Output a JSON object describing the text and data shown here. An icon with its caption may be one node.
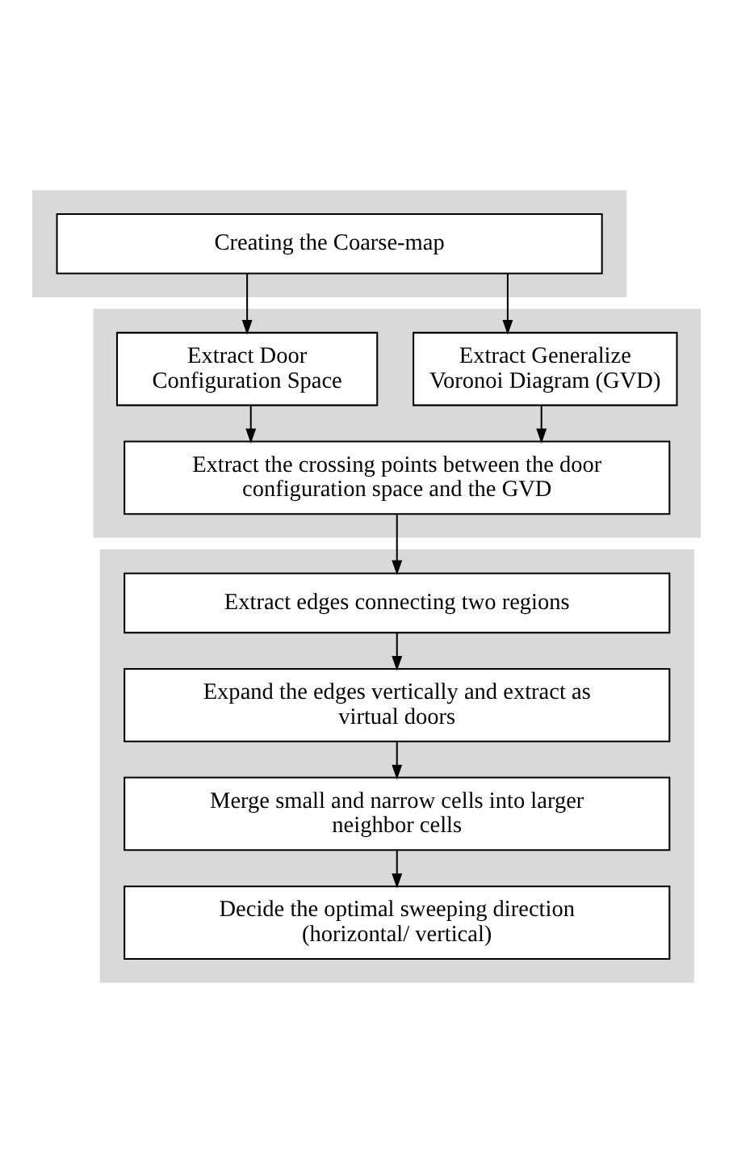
{
  "diagram": {
    "nodes": [
      {
        "text": [],
        "shape": "box"
      },
      {
        "text": [
          "Creating the Coarse-map"
        ],
        "in": 0
      },
      {
        "text": [],
        "shape": "box"
      },
      {
        "text": [
          "Extract Generalize Voronoi Diagram (GVD)"
        ],
        "in": 2
      },
      {
        "text": [
          "Extract Door Configuration Space"
        ],
        "in": 2
      },
      {
        "text": [
          "Extract the crossing points between the door configuration space and the GVD"
        ],
        "in": 2
      },
      {
        "text": [],
        "shape": "box"
      },
      {
        "text": [
          "Extract edges connecting two regions"
        ],
        "in": 6
      },
      {
        "text": [
          "Expand the edges vertically and extract as virtual doors"
        ],
        "in": 6
      },
      {
        "text": [
          "Merge small and narrow cells into larger neighbor cells"
        ],
        "in": 6
      },
      {
        "text": [
          "Decide the optimal sweeping direction (horizontal/ vertical)"
        ],
        "in": 6
      }
    ],
    "edges": [
      {
        "from": 1,
        "to": 3,
        "arrow": "to"
      },
      {
        "from": 1,
        "to": 4,
        "arrow": "to"
      },
      {
        "from": 3,
        "to": 5,
        "arrow": "to"
      },
      {
        "from": 4,
        "to": 5,
        "arrow": "to"
      },
      {
        "from": 5,
        "to": 7,
        "arrow": "to"
      },
      {
        "from": 7,
        "to": 8,
        "arrow": "to"
      },
      {
        "from": 8,
        "to": 9,
        "arrow": "to"
      },
      {
        "from": 9,
        "to": 10,
        "arrow": "to"
      }
    ]
  }
}
